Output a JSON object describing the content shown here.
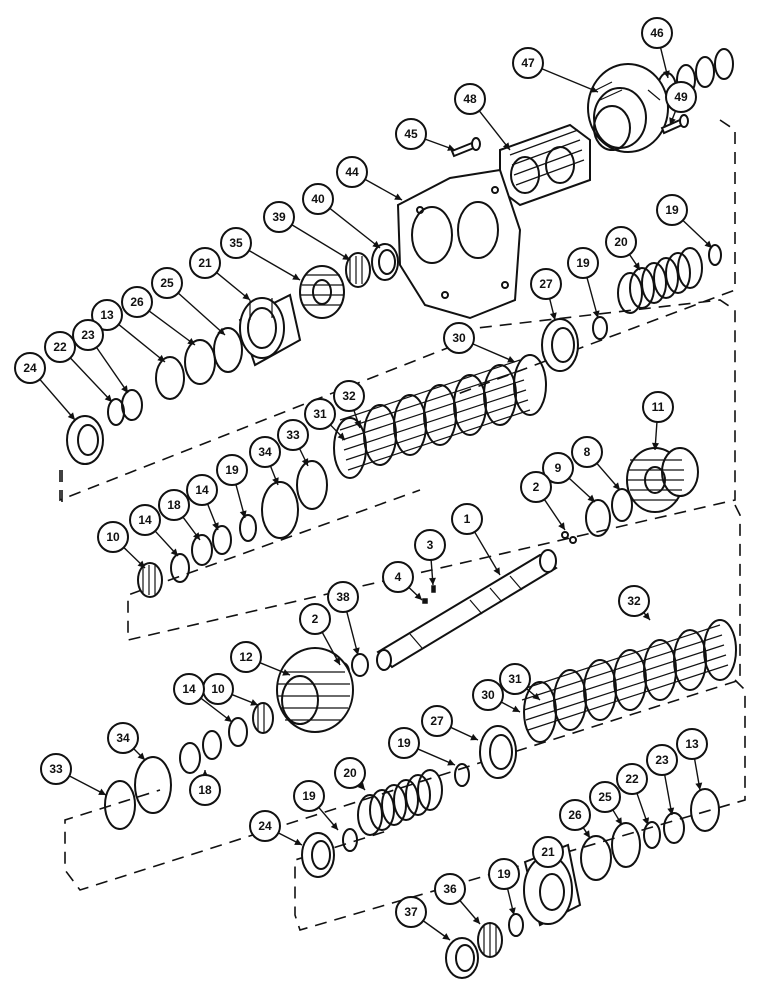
{
  "callouts": [
    {
      "label": "46"
    },
    {
      "label": "47"
    },
    {
      "label": "49"
    },
    {
      "label": "48"
    },
    {
      "label": "45"
    },
    {
      "label": "44"
    },
    {
      "label": "40"
    },
    {
      "label": "39"
    },
    {
      "label": "35"
    },
    {
      "label": "21"
    },
    {
      "label": "25"
    },
    {
      "label": "26"
    },
    {
      "label": "13"
    },
    {
      "label": "23"
    },
    {
      "label": "22"
    },
    {
      "label": "24"
    },
    {
      "label": "19"
    },
    {
      "label": "20"
    },
    {
      "label": "19"
    },
    {
      "label": "27"
    },
    {
      "label": "30"
    },
    {
      "label": "32"
    },
    {
      "label": "31"
    },
    {
      "label": "33"
    },
    {
      "label": "34"
    },
    {
      "label": "19"
    },
    {
      "label": "14"
    },
    {
      "label": "18"
    },
    {
      "label": "14"
    },
    {
      "label": "10"
    },
    {
      "label": "11"
    },
    {
      "label": "8"
    },
    {
      "label": "9"
    },
    {
      "label": "2"
    },
    {
      "label": "1"
    },
    {
      "label": "3"
    },
    {
      "label": "4"
    },
    {
      "label": "38"
    },
    {
      "label": "2"
    },
    {
      "label": "12"
    },
    {
      "label": "10"
    },
    {
      "label": "14"
    },
    {
      "label": "18"
    },
    {
      "label": "34"
    },
    {
      "label": "33"
    },
    {
      "label": "32"
    },
    {
      "label": "31"
    },
    {
      "label": "30"
    },
    {
      "label": "27"
    },
    {
      "label": "19"
    },
    {
      "label": "20"
    },
    {
      "label": "19"
    },
    {
      "label": "24"
    },
    {
      "label": "21"
    },
    {
      "label": "26"
    },
    {
      "label": "25"
    },
    {
      "label": "22"
    },
    {
      "label": "23"
    },
    {
      "label": "13"
    },
    {
      "label": "19"
    },
    {
      "label": "36"
    },
    {
      "label": "37"
    }
  ]
}
